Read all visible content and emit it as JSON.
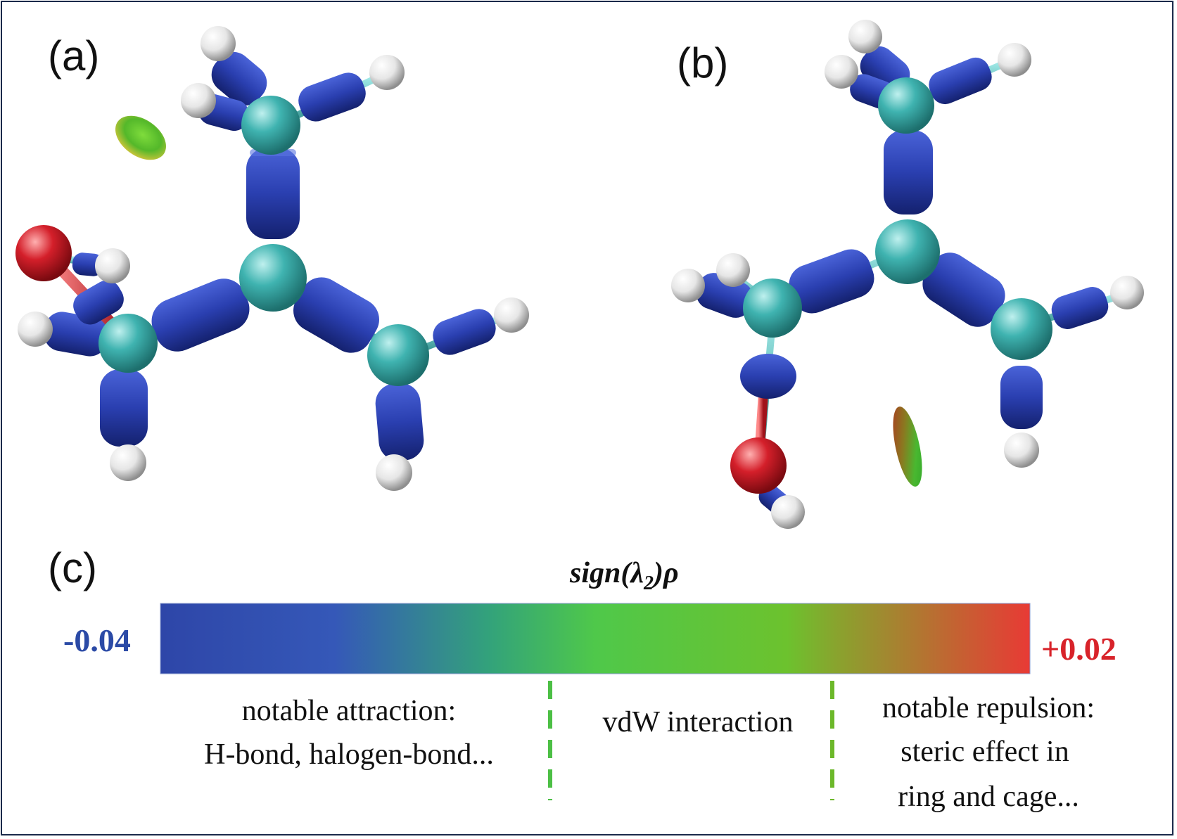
{
  "panels": {
    "a_label": "(a)",
    "b_label": "(b)",
    "c_label": "(c)"
  },
  "colorbar": {
    "title_main": "sign(",
    "title_lambda": "λ",
    "title_sub": "2",
    "title_end": ")ρ",
    "min_label": "-0.04",
    "max_label": "+0.02",
    "min_color": "#2b4aa6",
    "max_color": "#d8232a",
    "gradient_colors": [
      "#2e46a8",
      "#3558b8",
      "#33a37a",
      "#4fc84a",
      "#6cc22e",
      "#e83a35"
    ]
  },
  "regions": {
    "attraction_line1": "notable attraction:",
    "attraction_line2": "H-bond, halogen-bond...",
    "vdw": "vdW interaction",
    "repulsion_line1": "notable repulsion:",
    "repulsion_line2": "steric effect in",
    "repulsion_line3": "ring and cage..."
  },
  "atom_colors": {
    "carbon": "#3fb3b0",
    "oxygen": "#d41f2a",
    "hydrogen": "#eeeeee",
    "bond_surface": "#2a3fb0"
  }
}
